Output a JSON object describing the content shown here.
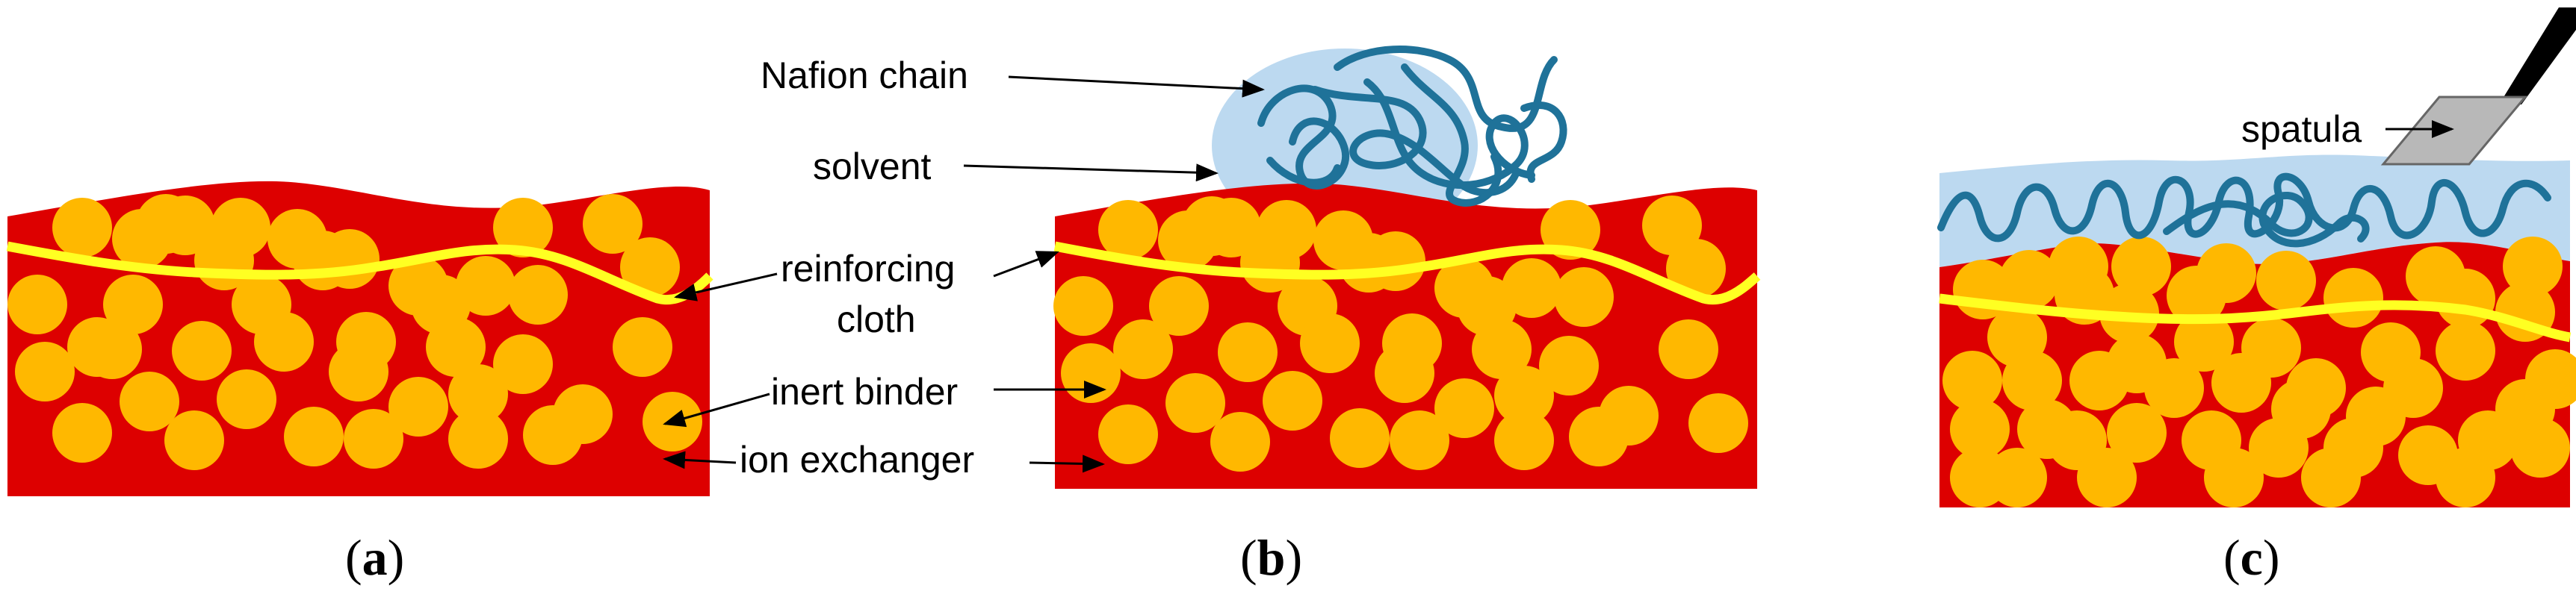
{
  "labels": {
    "nafion_chain": "Nafion chain",
    "solvent": "solvent",
    "reinforcing_line1": "reinforcing",
    "reinforcing_line2": "cloth",
    "inert_binder": "inert binder",
    "ion_exchanger": "ion exchanger",
    "spatula": "spatula"
  },
  "captions": {
    "a": {
      "open": "(",
      "letter": "a",
      "close": ")"
    },
    "b": {
      "open": "(",
      "letter": "b",
      "close": ")"
    },
    "c": {
      "open": "(",
      "letter": "c",
      "close": ")"
    }
  },
  "colors": {
    "binder_red": "#dd0000",
    "ion_exchanger_gold": "#ffb800",
    "cloth_yellow": "#ffff22",
    "solvent_blue": "#bcd9f0",
    "chain_blue": "#1f7299",
    "spatula_gray": "#b8b8b8"
  }
}
